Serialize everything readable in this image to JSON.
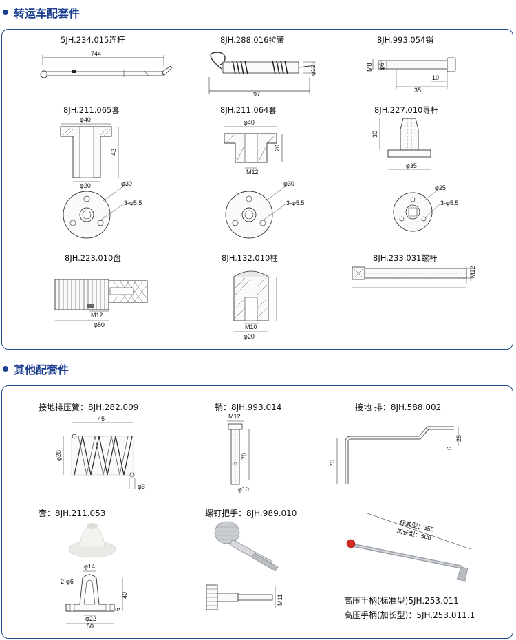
{
  "sections": [
    {
      "title": "转运车配套件"
    },
    {
      "title": "其他配套件"
    }
  ],
  "transfer_parts": [
    {
      "label": "5JH.234.015连杆",
      "dims": [
        "744"
      ]
    },
    {
      "label": "8JH.288.016拉簧",
      "dims": [
        "97",
        "φ12"
      ]
    },
    {
      "label": "8JH.993.054销",
      "dims": [
        "M8",
        "φ6",
        "35",
        "10"
      ]
    },
    {
      "label": "8JH.211.065套",
      "dims": [
        "φ40",
        "42",
        "φ20",
        "φ30",
        "3-φ5.5"
      ]
    },
    {
      "label": "8JH.211.064套",
      "dims": [
        "φ40",
        "20",
        "M12",
        "φ30",
        "3-φ5.5"
      ]
    },
    {
      "label": "8JH.227.010导杆",
      "dims": [
        "30",
        "φ35",
        "φ25",
        "3-φ5.5"
      ]
    },
    {
      "label": "8JH.223.010盘",
      "dims": [
        "M12",
        "φ80"
      ]
    },
    {
      "label": "8JH.132.010柱",
      "dims": [
        "M10",
        "φ20"
      ]
    },
    {
      "label": "8JH.233.031螺杆",
      "dims": [
        "M12"
      ]
    }
  ],
  "other_parts": [
    {
      "label": "接地排压簧：8JH.282.009",
      "dims": [
        "45",
        "φ28",
        "φ3"
      ]
    },
    {
      "label": "销：8JH.993.014",
      "dims": [
        "M12",
        "70",
        "φ10"
      ]
    },
    {
      "label": "接地 排：8JH.588.002",
      "dims": [
        "75",
        "28",
        "6"
      ]
    },
    {
      "label": "套：8JH.211.053",
      "dims": [
        "φ14",
        "2-φ6",
        "40",
        "6",
        "φ22",
        "50"
      ]
    },
    {
      "label": "螺钉把手：8JH.989.010",
      "dims": [
        "M11"
      ]
    }
  ],
  "handle": {
    "dim_std": "标准型：355",
    "dim_long": "加长型：500",
    "caption_std": "高压手柄(标准型)5JH.253.011",
    "caption_long": "高压手柄(加长型)：5JH.253.011.1"
  },
  "colors": {
    "accent": "#1d3f8f",
    "border": "#1f4a8c"
  }
}
